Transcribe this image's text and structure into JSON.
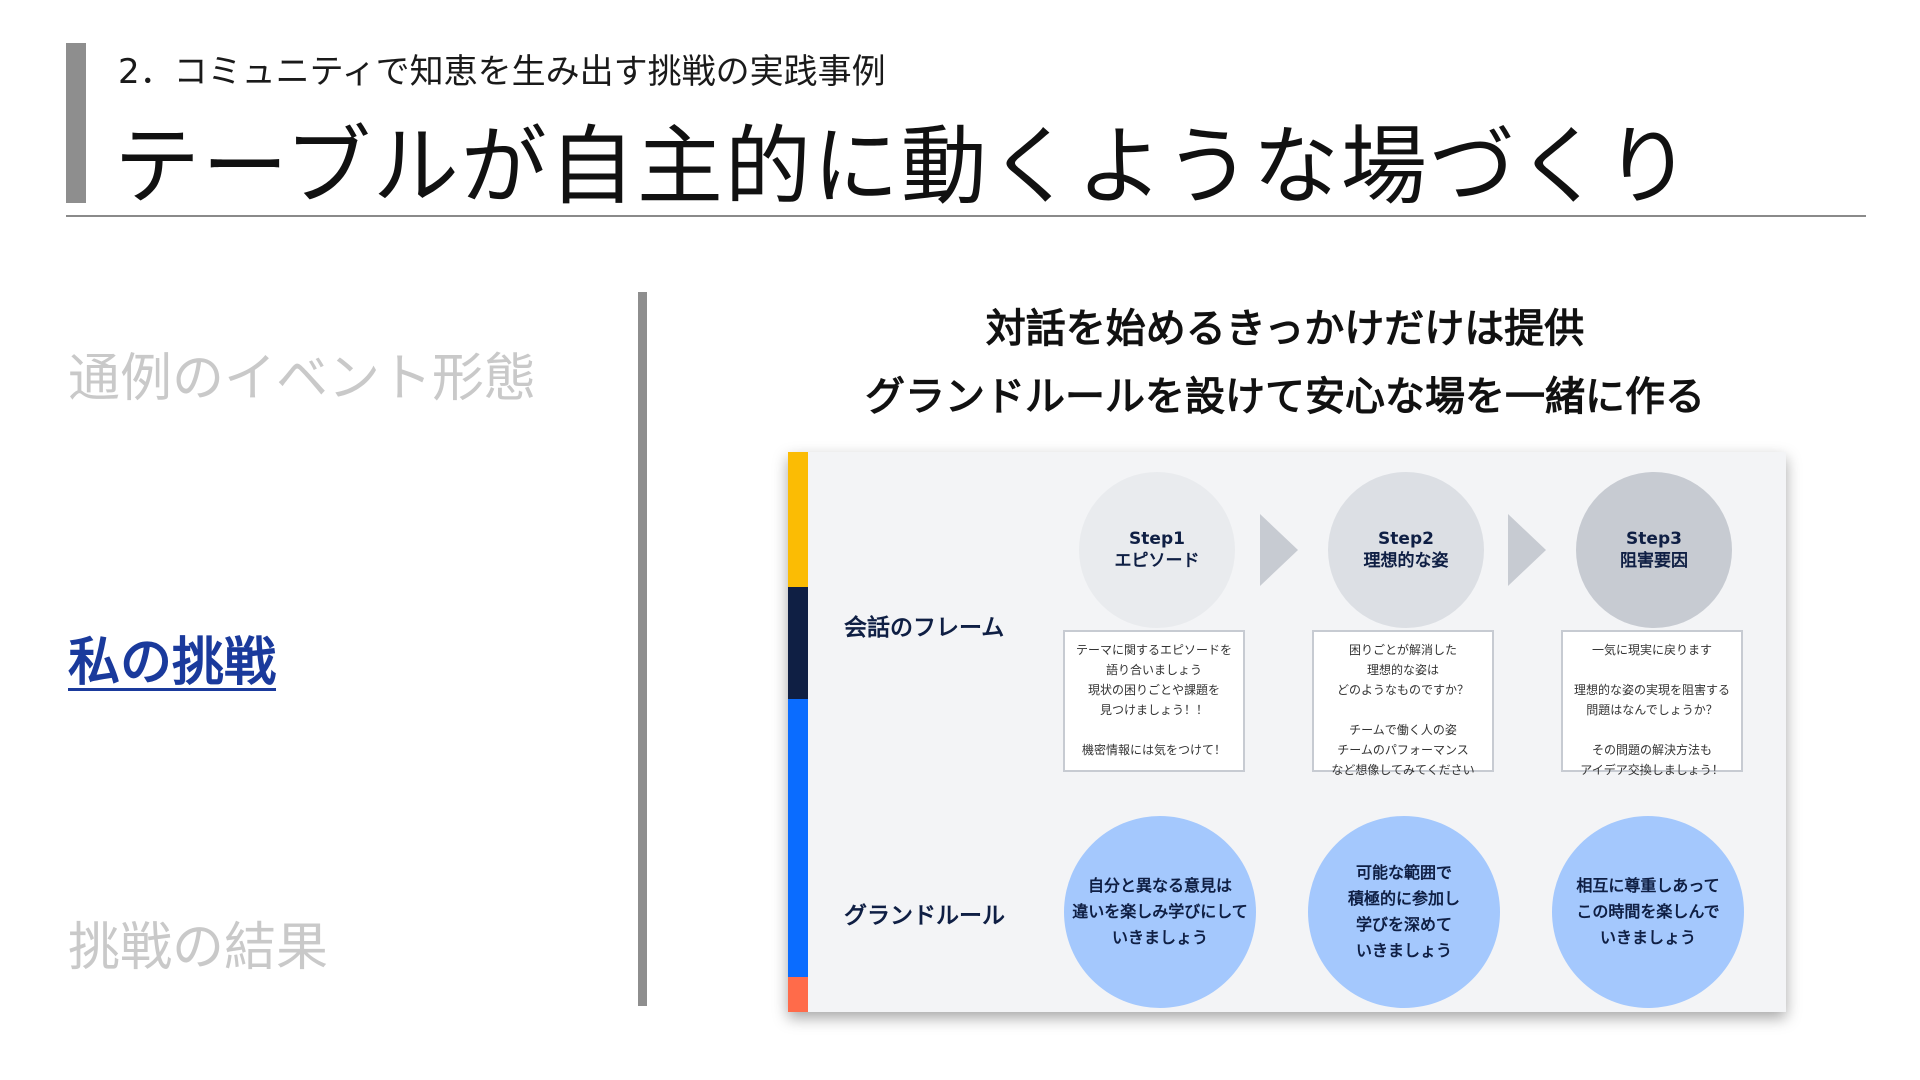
{
  "header": {
    "subtitle": "2．コミュニティで知恵を生み出す挑戦の実践事例",
    "title": "テーブルが自主的に動くような場づくり"
  },
  "nav": {
    "items": [
      {
        "label": "通例のイベント形態",
        "state": "inactive"
      },
      {
        "label": "私の挑戦",
        "state": "active"
      },
      {
        "label": "挑戦の結果",
        "state": "inactive"
      }
    ]
  },
  "headline": {
    "line1": "対話を始めるきっかけだけは提供",
    "line2": "グランドルールを設けて安心な場を一緒に作る"
  },
  "colors": {
    "accent": "#1a3a9c",
    "stripe_yellow": "#fbbc04",
    "stripe_navy": "#0f1f44",
    "stripe_blue": "#0a6cff",
    "stripe_orange": "#ff6b4a",
    "rule_circle": "#a4c8fd"
  },
  "panel": {
    "rows": {
      "frame_label": "会話のフレーム",
      "rule_label": "グランドルール"
    },
    "steps": [
      {
        "title": "Step1",
        "name": "エピソード",
        "text": [
          "テーマに関するエピソードを",
          "語り合いましょう",
          "現状の困りごとや課題を",
          "見つけましょう！！",
          "",
          "機密情報には気をつけて！"
        ]
      },
      {
        "title": "Step2",
        "name": "理想的な姿",
        "text": [
          "困りごとが解消した",
          "理想的な姿は",
          "どのようなものですか？",
          "",
          "チームで働く人の姿",
          "チームのパフォーマンス",
          "など想像してみてください"
        ]
      },
      {
        "title": "Step3",
        "name": "阻害要因",
        "text": [
          "一気に現実に戻ります",
          "",
          "理想的な姿の実現を阻害する",
          "問題はなんでしょうか？",
          "",
          "その問題の解決方法も",
          "アイデア交換しましょう！"
        ]
      }
    ],
    "rules": [
      {
        "lines": [
          "自分と異なる意見は",
          "違いを楽しみ学びにして",
          "いきましょう"
        ]
      },
      {
        "lines": [
          "可能な範囲で",
          "積極的に参加し",
          "学びを深めて",
          "いきましょう"
        ]
      },
      {
        "lines": [
          "相互に尊重しあって",
          "この時間を楽しんで",
          "いきましょう"
        ]
      }
    ]
  }
}
